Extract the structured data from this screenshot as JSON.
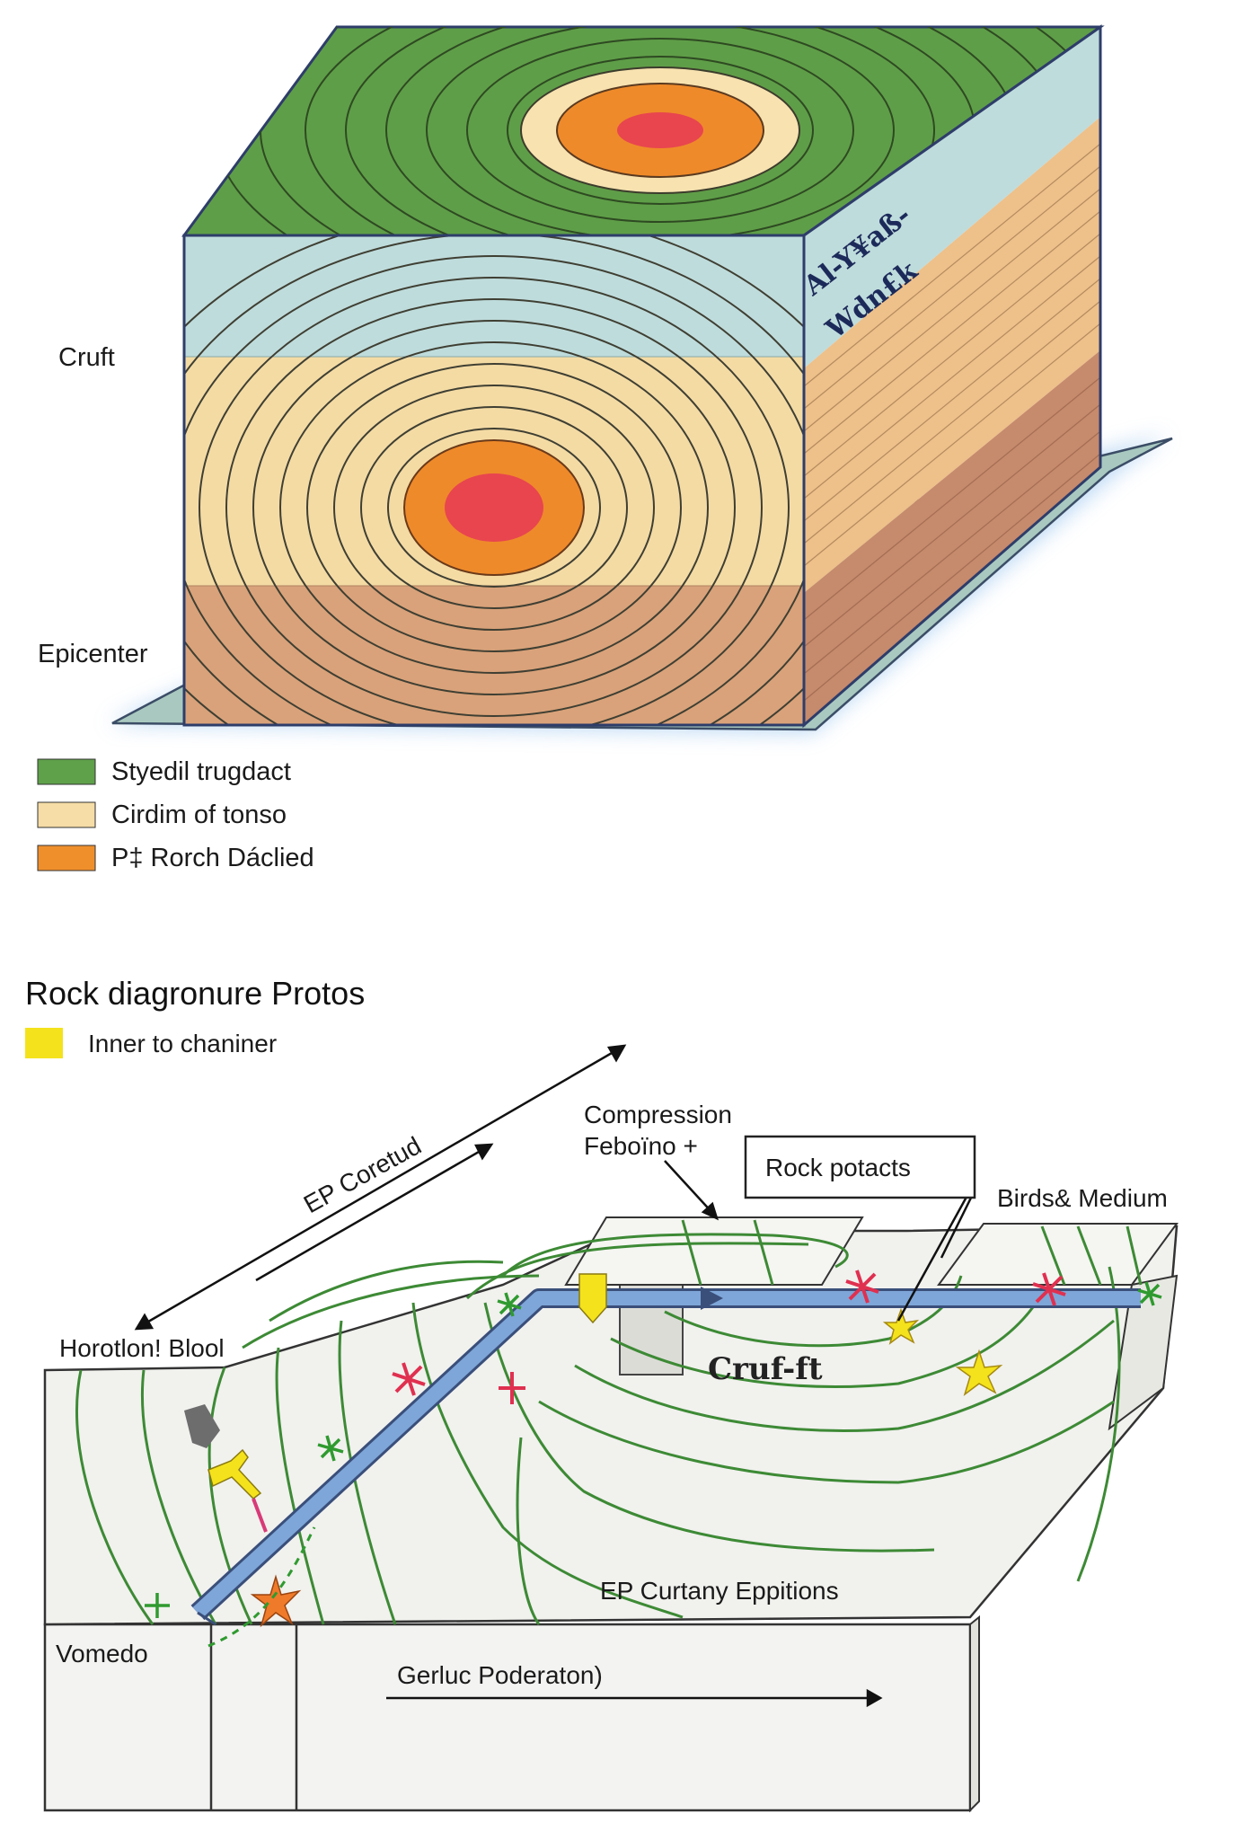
{
  "block_diagram": {
    "side_text_line1": "Al-Y¥aß-",
    "side_text_line2": "Wdn£k",
    "label_crust": "Cruft",
    "label_epicenter": "Epicenter",
    "legend": [
      {
        "color": "#5fa04a",
        "label": "Styedil trugdact"
      },
      {
        "color": "#f6dca6",
        "label": "Cirdim of tonso"
      },
      {
        "color": "#ef8f2c",
        "label": "P‡ Rorch Dáclied"
      }
    ]
  },
  "fault_diagram": {
    "title": "Rock diagronure Protos",
    "key_color": "#f4e21c",
    "key_label": "Inner to chaniner",
    "label_ep_contact": "EP Coretud",
    "label_compression_1": "Compression",
    "label_compression_2": "Feboïno +",
    "label_rock_box": "Rock potacts",
    "label_birds_medium": "Birds& Medium",
    "label_horizontal": "Horotlon! Blool",
    "label_handwritten": "Cruf-ft",
    "label_ep_curtany": "EP Curtany Eppitions",
    "label_vomedo": "Vomedo",
    "label_gerluc": "Gerluc Poderaton)"
  },
  "colors": {
    "green_top": "#5f9e48",
    "sky_layer": "#bfdcdc",
    "sand_layer": "#f4dba4",
    "clay_layer": "#d9a27a",
    "orange": "#ef8a2a",
    "red": "#e8454f",
    "pipe": "#7ea6d8"
  }
}
